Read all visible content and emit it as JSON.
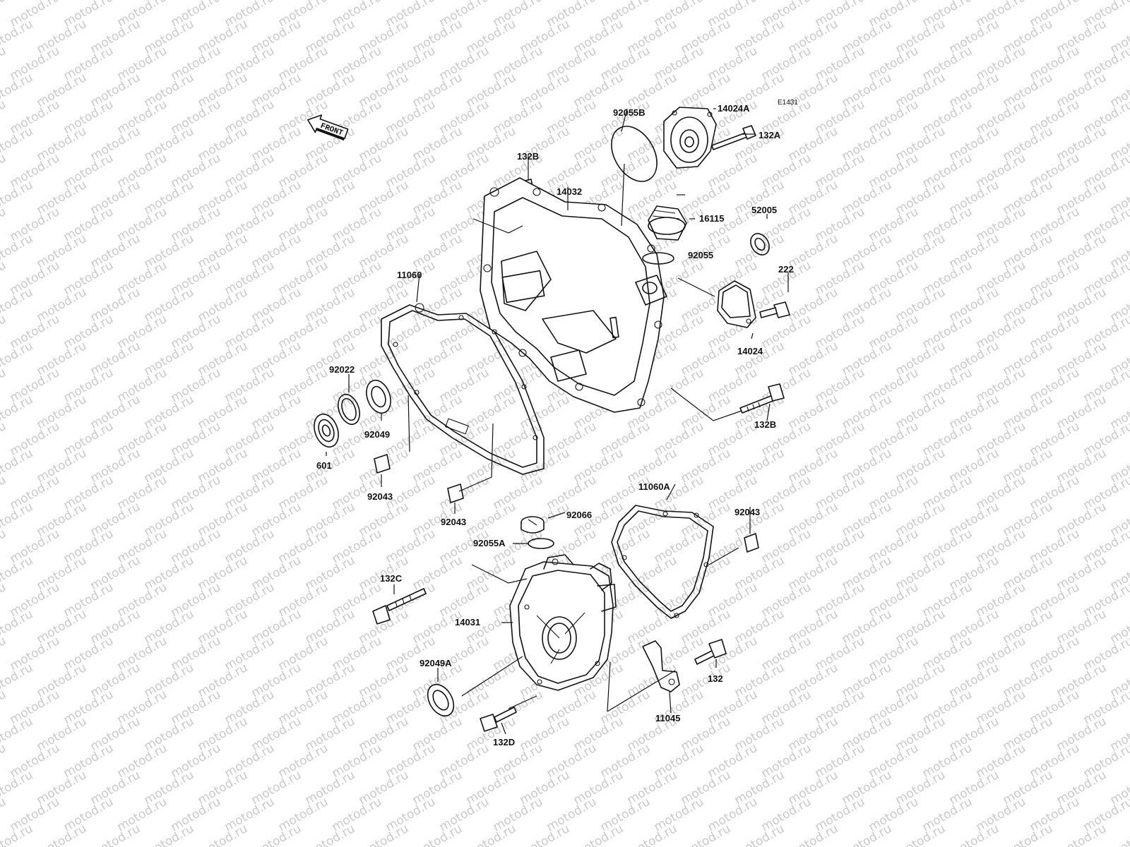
{
  "watermark": "motod.ru",
  "diagram_code": "E1431",
  "front_label": "FRONT",
  "parts": {
    "p92055B": "92055B",
    "p14024A": "14024A",
    "p132A": "132A",
    "p132B_top": "132B",
    "p14032": "14032",
    "p16115": "16115",
    "p52005": "52005",
    "p92055": "92055",
    "p222": "222",
    "p11060": "11060",
    "p14024": "14024",
    "p92022": "92022",
    "p92049": "92049",
    "p601": "601",
    "p132B_right": "132B",
    "p92043_a": "92043",
    "p92043_b": "92043",
    "p11060A": "11060A",
    "p92066": "92066",
    "p92043_c": "92043",
    "p92055A": "92055A",
    "p132C": "132C",
    "p14031": "14031",
    "p92049A": "92049A",
    "p132": "132",
    "p132D": "132D",
    "p11045": "11045"
  }
}
